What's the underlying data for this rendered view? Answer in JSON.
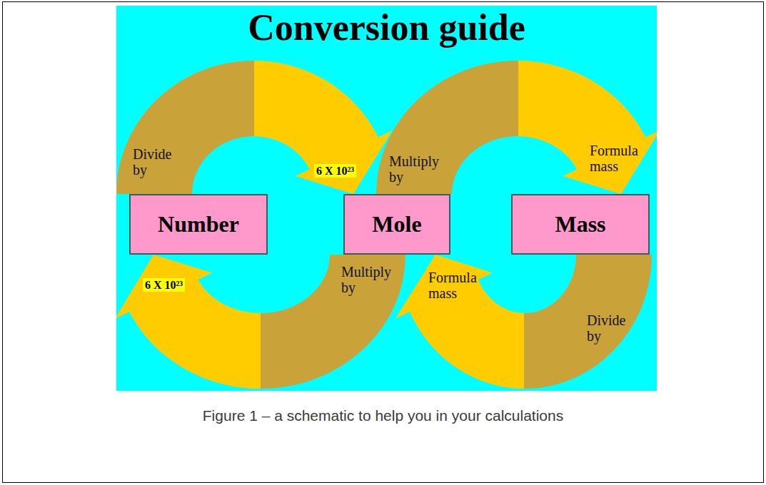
{
  "diagram": {
    "title": "Conversion guide",
    "caption": "Figure 1 – a schematic to help you in your calculations",
    "nodes": [
      {
        "text": [
          "Number"
        ]
      },
      {
        "text": [
          "Mole"
        ]
      },
      {
        "text": [
          "Mass"
        ]
      }
    ],
    "edges": [
      {
        "from": 0,
        "to": 1,
        "arrow": "to",
        "label": "Divide by"
      },
      {
        "from": 1,
        "to": 2,
        "arrow": "to",
        "label": "Multiply by"
      },
      {
        "from": 2,
        "to": 1,
        "arrow": "to",
        "label": "Divide by"
      },
      {
        "from": 1,
        "to": 0,
        "arrow": "to",
        "label": "Multiply by"
      }
    ],
    "labels": [
      "6 X 10²³",
      "Formula mass",
      "Formula mass",
      "6 X 10²³"
    ]
  }
}
